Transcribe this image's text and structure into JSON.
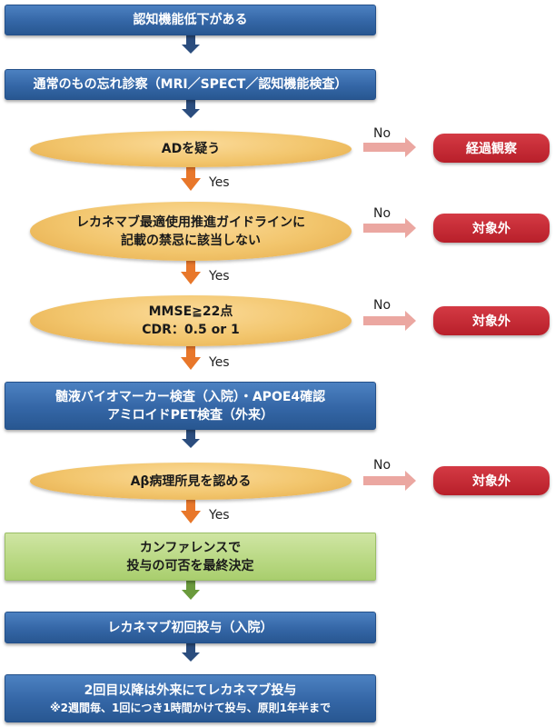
{
  "boxes": {
    "b1": "認知機能低下がある",
    "b2": "通常のもの忘れ診察（MRI／SPECT／認知機能検査）",
    "b5_line1": "髄液バイオマーカー検査（入院）・APOE4確認",
    "b5_line2": "アミロイドPET検査（外来）",
    "b7_line1": "カンファレンスで",
    "b7_line2": "投与の可否を最終決定",
    "b8": "レカネマブ初回投与（入院）",
    "b9_line1": "2回目以降は外来にてレカネマブ投与",
    "b9_line2": "※2週間毎、1回につき1時間かけて投与、原則1年半まで"
  },
  "decisions": {
    "d1": "ADを疑う",
    "d2_line1": "レカネマブ最適使用推進ガイドラインに",
    "d2_line2": "記載の禁忌に該当しない",
    "d3_line1": "MMSE≧22点",
    "d3_line2": "CDR：0.5 or 1",
    "d4": "Aβ病理所見を認める"
  },
  "outcomes": {
    "r1": "経過観察",
    "r2": "対象外",
    "r3": "対象外",
    "r4": "対象外"
  },
  "labels": {
    "yes": "Yes",
    "no": "No"
  },
  "colors": {
    "process_box": "#3466a6",
    "decision": "#f2c56c",
    "final_decision_box": "#b8d882",
    "outcome_box": "#b81f2a",
    "arrow_blue": "#2b4d7e",
    "arrow_orange": "#e8772a",
    "arrow_green": "#6a9a3c",
    "arrow_pink": "#eba7a1"
  }
}
